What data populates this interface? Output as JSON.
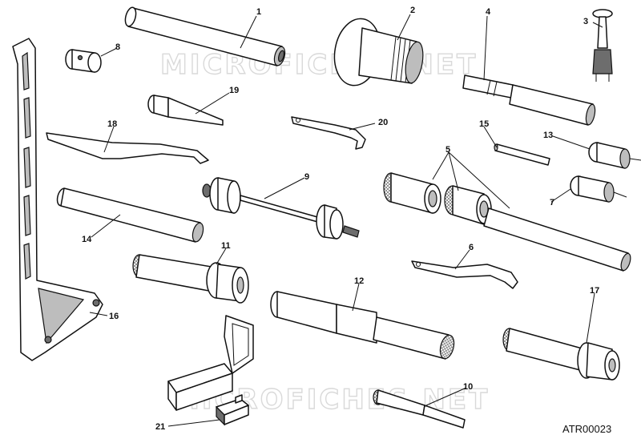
{
  "watermark": {
    "top": "MICROFICHES.NET",
    "bottom": "MICROFICHES.NET"
  },
  "drawing_code": "ATR00023",
  "callouts": {
    "c1": "1",
    "c2": "2",
    "c3": "3",
    "c4": "4",
    "c5": "5",
    "c6": "6",
    "c7": "7",
    "c8": "8",
    "c9": "9",
    "c10": "10",
    "c11": "11",
    "c12": "12",
    "c13": "13",
    "c14": "14",
    "c15": "15",
    "c16": "16",
    "c17": "17",
    "c18": "18",
    "c19": "19",
    "c20": "20",
    "c21": "21"
  }
}
